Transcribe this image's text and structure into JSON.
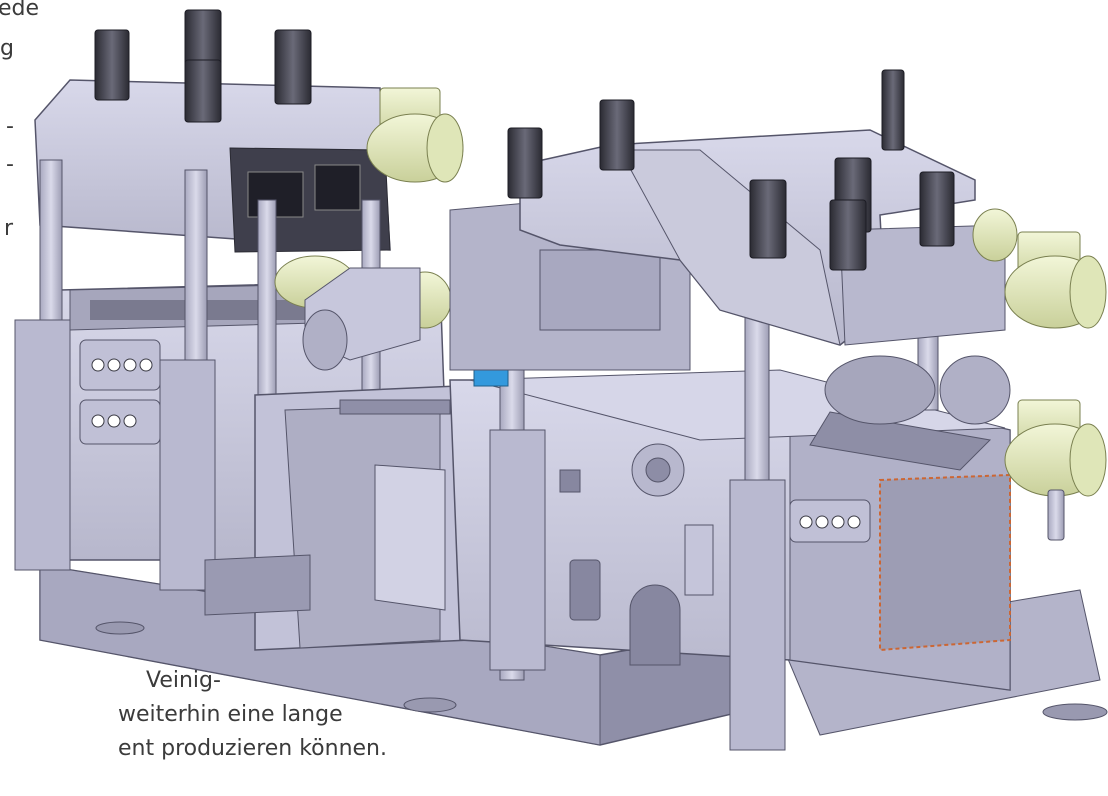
{
  "document": {
    "left_column_fragments": [
      "ede",
      "g",
      "-",
      "-",
      "r"
    ],
    "bottom_caption_lines": [
      "Veinig-",
      "weiterhin eine lange",
      "ent produzieren können."
    ]
  },
  "figure": {
    "subject": "3D CAD rendering of a woodworking moulder machine",
    "colors": {
      "frame": "#c9c9dd",
      "frame_dark": "#8d8da6",
      "frame_shadow": "#6f6f86",
      "motor": "#e8f0c8",
      "motor_dark": "#a8b080",
      "cylinder": "#3a3a44",
      "highlight_green": "#33cc33",
      "highlight_blue": "#3399dd",
      "cover_orange": "#cc6633"
    }
  }
}
